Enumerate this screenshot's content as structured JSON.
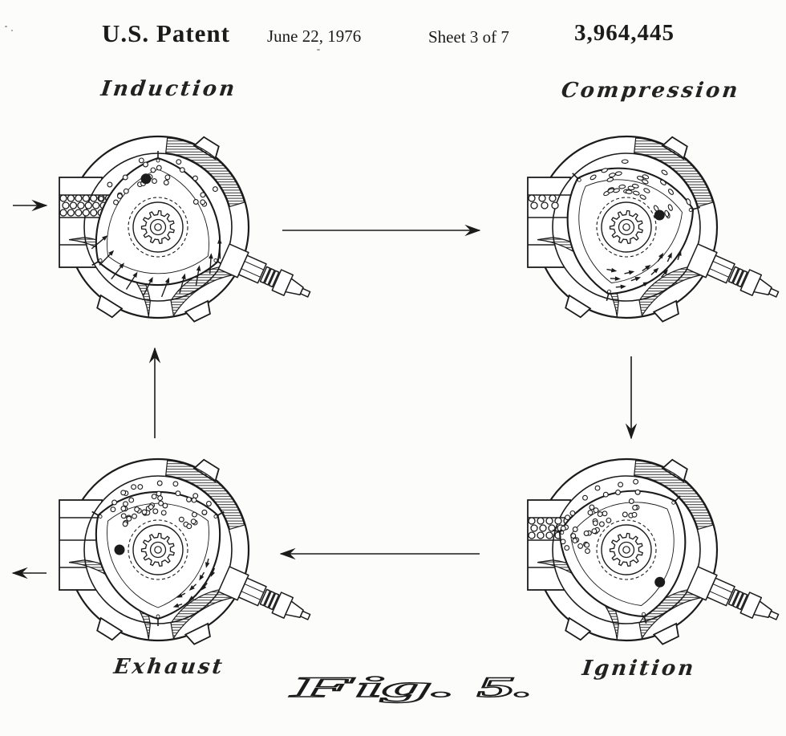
{
  "page": {
    "type": "patent-drawing-sheet",
    "background": "#fcfcfb",
    "ink": "#1b1b1b"
  },
  "header": {
    "title": "U.S. Patent",
    "date": "June 22, 1976",
    "sheet": "Sheet 3 of 7",
    "patent_number": "3,964,445"
  },
  "figures": [
    {
      "id": "induction",
      "label": "Induction",
      "position": "top-left"
    },
    {
      "id": "compression",
      "label": "Compression",
      "position": "top-right"
    },
    {
      "id": "exhaust",
      "label": "Exhaust",
      "position": "bottom-left"
    },
    {
      "id": "ignition",
      "label": "Ignition",
      "position": "bottom-right"
    }
  ],
  "caption": {
    "figure_label": "Fig.",
    "figure_number": "5."
  },
  "cycle_arrows": [
    {
      "from": "Induction",
      "to": "Compression",
      "direction": "right"
    },
    {
      "from": "Compression",
      "to": "Ignition",
      "direction": "down"
    },
    {
      "from": "Ignition",
      "to": "Exhaust",
      "direction": "left"
    },
    {
      "from": "Exhaust",
      "to": "Induction",
      "direction": "up"
    }
  ],
  "flow_arrows": [
    {
      "type": "intake-inflow",
      "at": "induction",
      "direction": "right"
    },
    {
      "type": "exhaust-outflow",
      "at": "exhaust",
      "direction": "left"
    }
  ],
  "figure_parts": [
    "stator-housing",
    "intake-duct",
    "rotor",
    "eccentric-shaft-gear",
    "spark-plug",
    "rotor-position-dot",
    "charge-flow-arrows",
    "charge-stipple"
  ]
}
